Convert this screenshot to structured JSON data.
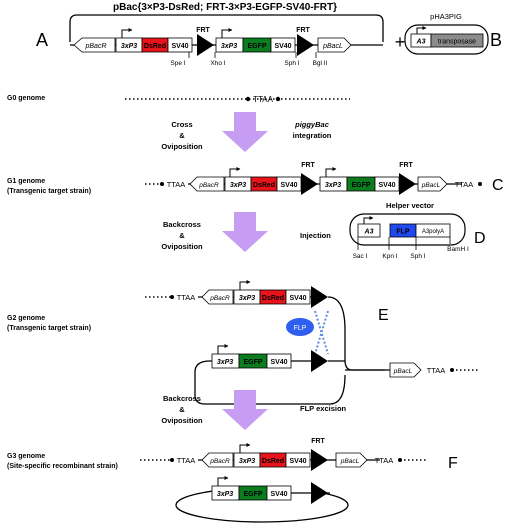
{
  "top_title": "pBac{3×P3-DsRed; FRT-3×P3-EGFP-SV40-FRT}",
  "plasmid_label": "pHA3PIG",
  "panel_letters": {
    "a": "A",
    "b": "B",
    "c": "C",
    "d": "D",
    "e": "E",
    "f": "F"
  },
  "plus_sign": "+",
  "elements": {
    "pbacr": "pBacR",
    "pbacl": "pBacL",
    "p3xp3": "3xP3",
    "dsred": "DsRed",
    "egfp": "EGFP",
    "sv40": "SV40",
    "frt": "FRT",
    "a3": "A3",
    "transposase": "transposase",
    "flp": "FLP",
    "a3polya": "A3polyA",
    "ttaa": "TTAA"
  },
  "sites_a": {
    "spe": "Spe I",
    "xho": "Xho I",
    "sph": "Sph I",
    "bgl": "Bgl II"
  },
  "sites_d": {
    "sac": "Sac I",
    "kpn": "Kpn I",
    "sph": "Sph I",
    "bam": "BamH I"
  },
  "genomes": {
    "g0": "G0 genome",
    "g1": "G1 genome",
    "g1_sub": "(Transgenic target strain)",
    "g2": "G2 genome",
    "g2_sub": "(Transgenic target strain)",
    "g3": "G3 genome",
    "g3_sub": "(Site-specific recombinant strain)"
  },
  "steps": {
    "s1_line1": "Cross",
    "s1_amp": "&",
    "s1_line3": "Oviposition",
    "s1_right1": "piggyBac",
    "s1_right2": "integration",
    "s2_line1": "Backcross",
    "s2_amp": "&",
    "s2_line3": "Oviposition",
    "s2_right": "Injection",
    "s3_line1": "Backcross",
    "s3_amp": "&",
    "s3_line3": "Oviposition",
    "s3_right": "FLP excision"
  },
  "helper_vector": "Helper vector",
  "colors": {
    "dsred": "#e8141c",
    "egfp": "#0b7d1f",
    "flp": "#2149f0",
    "transposase": "#8c8c8c",
    "arrow": "#c79cf3",
    "flp_oval": "#2f5ff0"
  }
}
